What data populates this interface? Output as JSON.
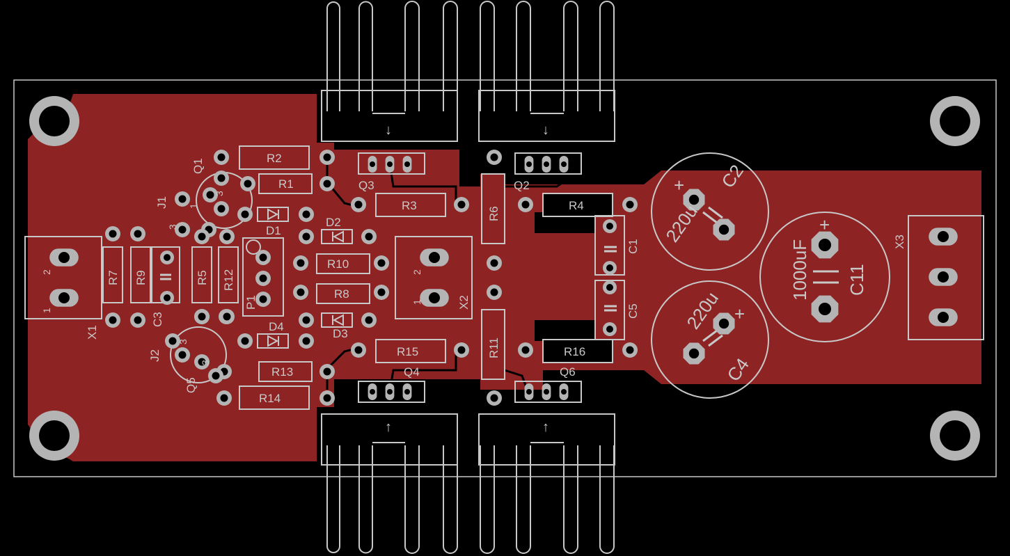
{
  "colors": {
    "background": "#000000",
    "copper": "#8e2323",
    "silkscreen": "#c8c8c8",
    "pad": "#b4b4b4",
    "hole": "#000000",
    "board_outline": "#c8c8c8"
  },
  "labels": {
    "R2": "R2",
    "R1": "R1",
    "R3": "R3",
    "R4": "R4",
    "R6": "R6",
    "R7": "R7",
    "R9": "R9",
    "R5": "R5",
    "R12": "R12",
    "R10": "R10",
    "R8": "R8",
    "R15": "R15",
    "R16": "R16",
    "R11": "R11",
    "R13": "R13",
    "R14": "R14",
    "Q1": "Q1",
    "Q2": "Q2",
    "Q3": "Q3",
    "Q4": "Q4",
    "Q5": "Q5",
    "Q6": "Q6",
    "D1": "D1",
    "D2": "D2",
    "D3": "D3",
    "D4": "D4",
    "J1": "J1",
    "J2": "J2",
    "P1": "P1",
    "C1": "C1",
    "C2": "C2",
    "C3": "C3",
    "C4": "C4",
    "C5": "C5",
    "C11": "C11",
    "X1": "X1",
    "X2": "X2",
    "X3": "X3",
    "C2_value": "220u",
    "C4_value": "220u",
    "C11_value": "1000uF",
    "plus": "+",
    "pin1": "1",
    "pin2": "2",
    "pin3": "3",
    "arrow_down": "↓",
    "arrow_up": "↑"
  }
}
